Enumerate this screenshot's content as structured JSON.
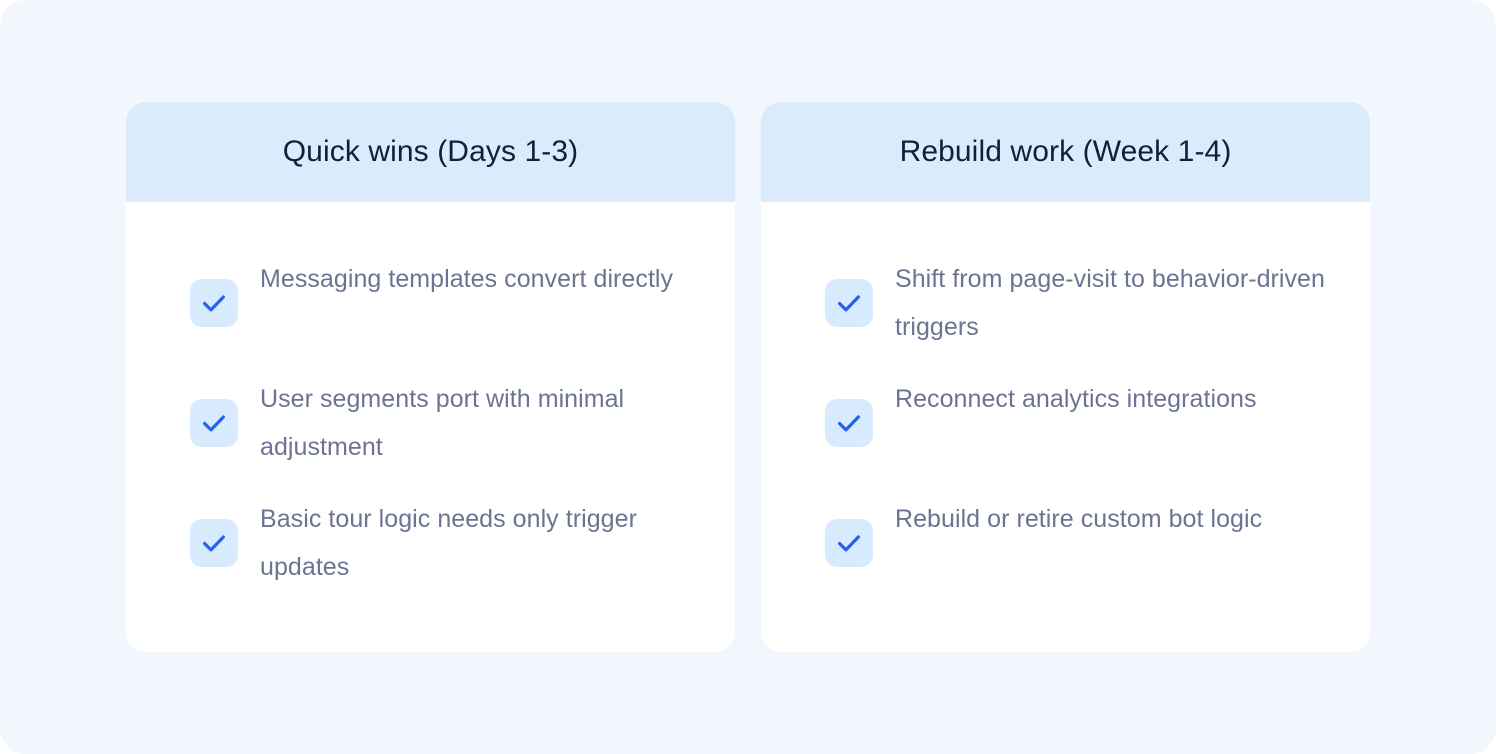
{
  "theme": {
    "page_background": "#f2f6fd",
    "card_background": "#ffffff",
    "header_background": "#daebfc",
    "title_color": "#101f3c",
    "body_text_color": "#6c7491",
    "checkbox_background": "#d8eafd",
    "check_color": "#2563eb"
  },
  "columns": [
    {
      "title": "Quick wins (Days 1-3)",
      "items": [
        {
          "icon": "check-icon",
          "text": "Messaging templates convert directly"
        },
        {
          "icon": "check-icon",
          "text": "User segments port with minimal adjustment"
        },
        {
          "icon": "check-icon",
          "text": "Basic tour logic needs only trigger updates"
        }
      ]
    },
    {
      "title": "Rebuild work (Week 1-4)",
      "items": [
        {
          "icon": "check-icon",
          "text": "Shift from page-visit to behavior-driven triggers"
        },
        {
          "icon": "check-icon",
          "text": "Reconnect analytics integrations"
        },
        {
          "icon": "check-icon",
          "text": "Rebuild or retire custom bot logic"
        }
      ]
    }
  ]
}
